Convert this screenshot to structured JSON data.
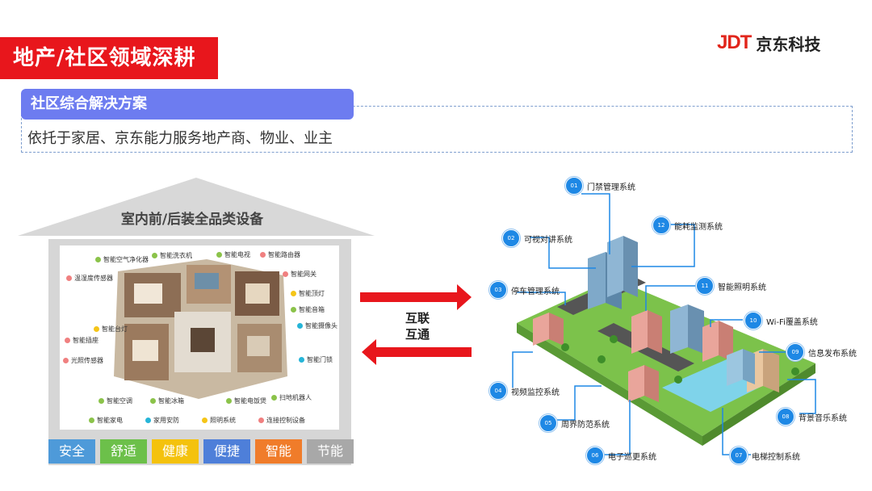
{
  "header": {
    "title": "地产/社区领域深耕",
    "logo_mark": "JDT",
    "logo_text": "京东科技"
  },
  "intro": {
    "tag": "社区综合解决方案",
    "text": "依托于家居、京东能力服务地产商、物业、业主"
  },
  "house": {
    "label": "室内前/后装全品类设备",
    "devices": [
      {
        "label": "智能空气净化器",
        "color": "#8bc34a"
      },
      {
        "label": "智能洗衣机",
        "color": "#8bc34a"
      },
      {
        "label": "智能电视",
        "color": "#8bc34a"
      },
      {
        "label": "智能路由器",
        "color": "#f08080"
      },
      {
        "label": "温湿度传感器",
        "color": "#f08080"
      },
      {
        "label": "智能网关",
        "color": "#f08080"
      },
      {
        "label": "智能顶灯",
        "color": "#f5c518"
      },
      {
        "label": "智能音箱",
        "color": "#8bc34a"
      },
      {
        "label": "智能台灯",
        "color": "#f5c518"
      },
      {
        "label": "智能摄像头",
        "color": "#26b5d8"
      },
      {
        "label": "智能插座",
        "color": "#f08080"
      },
      {
        "label": "光照传感器",
        "color": "#f08080"
      },
      {
        "label": "智能门锁",
        "color": "#26b5d8"
      },
      {
        "label": "扫地机器人",
        "color": "#8bc34a"
      },
      {
        "label": "智能空调",
        "color": "#8bc34a"
      },
      {
        "label": "智能冰箱",
        "color": "#8bc34a"
      },
      {
        "label": "智能电饭煲",
        "color": "#8bc34a"
      }
    ],
    "legend": [
      {
        "label": "智能家电",
        "color": "#8bc34a"
      },
      {
        "label": "家用安防",
        "color": "#26b5d8"
      },
      {
        "label": "照明系统",
        "color": "#f5c518"
      },
      {
        "label": "连接控制设备",
        "color": "#f08080"
      }
    ],
    "tags": [
      {
        "label": "安全",
        "color": "#4e9ad9"
      },
      {
        "label": "舒适",
        "color": "#6cc04a"
      },
      {
        "label": "健康",
        "color": "#f4c20d"
      },
      {
        "label": "便捷",
        "color": "#4e7fd9"
      },
      {
        "label": "智能",
        "color": "#f07c2a"
      },
      {
        "label": "节能",
        "color": "#a8a8a8"
      }
    ]
  },
  "arrows": {
    "label_line1": "互联",
    "label_line2": "互通",
    "color": "#e8161c"
  },
  "systems": [
    {
      "num": "01",
      "label": "门禁管理系统"
    },
    {
      "num": "02",
      "label": "可视对讲系统"
    },
    {
      "num": "03",
      "label": "停车管理系统"
    },
    {
      "num": "04",
      "label": "视频监控系统"
    },
    {
      "num": "05",
      "label": "周界防范系统"
    },
    {
      "num": "06",
      "label": "电子巡更系统"
    },
    {
      "num": "07",
      "label": "电梯控制系统"
    },
    {
      "num": "08",
      "label": "背景音乐系统"
    },
    {
      "num": "09",
      "label": "信息发布系统"
    },
    {
      "num": "10",
      "label": "Wi-Fi覆盖系统"
    },
    {
      "num": "11",
      "label": "智能照明系统"
    },
    {
      "num": "12",
      "label": "能耗监测系统"
    }
  ]
}
